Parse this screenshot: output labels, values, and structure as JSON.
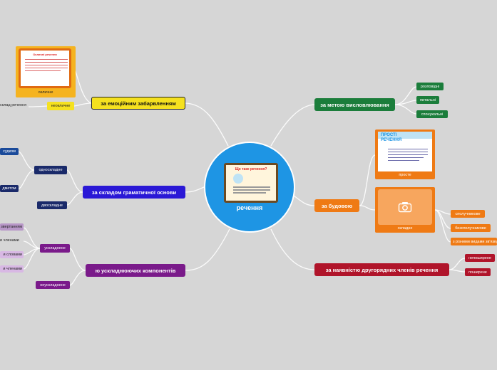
{
  "central": {
    "title": "речення",
    "card_title": "Що таке речення?"
  },
  "colors": {
    "background": "#d6d6d6",
    "central": "#1e95e4",
    "emotion": "#f5e11f",
    "purpose": "#1b7d3b",
    "composition": "#2a18d6",
    "structure": "#ef7a14",
    "complication": "#7a1a8a",
    "secondary": "#b0142a"
  },
  "emotion_branch": {
    "label": "за емоційним забарвленням",
    "image_caption": "окличне",
    "image_title": "Окличні речення",
    "leaf_label": "неокличне",
    "edge_text": "склад речення"
  },
  "purpose_branch": {
    "label": "за метою висловлювання",
    "leaves": [
      "розповідні",
      "питальні",
      "спонукальні"
    ]
  },
  "composition_branch": {
    "label": "за складом граматичної основи",
    "leaves": [
      "односкладне",
      "двоскладне"
    ],
    "edge_texts": [
      "судком",
      "дметом"
    ]
  },
  "structure_branch": {
    "label": "за будовою",
    "simple_caption": "просте",
    "simple_title": "ПРОСТІ РЕЧЕННЯ",
    "complex_caption": "складне",
    "complex_leaves": [
      "сполучникове",
      "безсполучникове",
      "з різними видами зв'язку"
    ]
  },
  "complication_branch": {
    "label": "за наявністю ускладнюючих компонентів",
    "visible_label": "ю ускладнюючих компонентів",
    "leaves": [
      "ускладнене",
      "неускладнене"
    ],
    "edge_texts": [
      "звертанням",
      "и членами",
      "и словами",
      "и членами"
    ]
  },
  "secondary_branch": {
    "label": "за наявністю другорядних членів речення",
    "leaves": [
      "непоширене",
      "поширене"
    ]
  }
}
